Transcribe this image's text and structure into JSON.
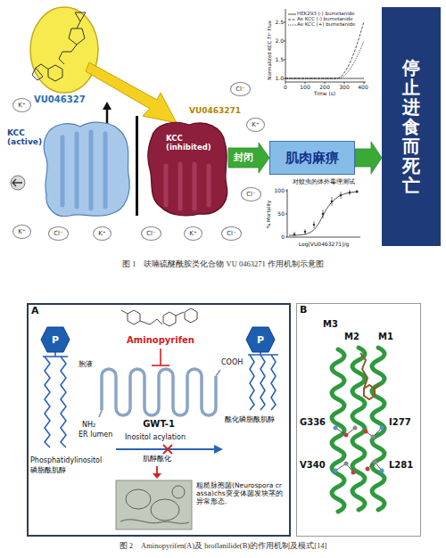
{
  "diagram": {
    "nodes": [
      {
        "text": [
          "KCC (active)"
        ]
      },
      {
        "text": [
          "KCC (inhibited)"
        ]
      },
      {
        "text": [
          "肌肉麻痹"
        ]
      },
      {
        "text": [
          "停止进食而死亡"
        ]
      },
      {
        "text": [
          "K⁺"
        ]
      },
      {
        "text": [
          "Cl⁻"
        ]
      },
      {
        "text": [
          "K⁺"
        ]
      },
      {
        "text": [
          "Cl⁻"
        ]
      },
      {
        "text": [
          "K⁺"
        ]
      },
      {
        "text": [
          "Cl⁻"
        ]
      },
      {
        "text": [
          "K⁺"
        ]
      },
      {
        "text": [
          "Cl⁻"
        ]
      },
      {
        "text": [
          "K⁺"
        ]
      },
      {
        "text": [
          "Cl⁻"
        ]
      },
      {
        "text": [
          "A"
        ]
      },
      {
        "text": [
          "P"
        ],
        "in": 14
      },
      {
        "text": [
          "P"
        ],
        "in": 14
      },
      {
        "text": [
          "B"
        ]
      }
    ],
    "edges": [
      {
        "from": 1,
        "to": 2,
        "arrow": "to",
        "label": "封闭"
      },
      {
        "from": 2,
        "to": 3,
        "arrow": "to"
      }
    ],
    "labels": [
      "VU046327",
      "VU0463271",
      "Normalized KCC Tl⁺ Flux",
      "2.5",
      "2.0",
      "1.5",
      "1.0",
      "0",
      "100",
      "200",
      "300",
      "400",
      "Time (s)",
      "对蚊虫的体外毒理测试",
      "100",
      "50",
      "0",
      "% Mortality",
      "Log[VU0463271]/g",
      "图 1　呋喃硫醚酰胺类化合物 VU 0463271 作用机制示意图",
      "Aminopyrifen",
      "胞液",
      "COOH",
      "GWT-1",
      "NH₂",
      "ER lumen",
      "Inositol acylation",
      "肌醇酰化",
      "Phosphatidylinositol",
      "磷脂酰肌醇",
      "酰化磷脂酰肌醇",
      "粗糙脉孢菌(Neurospora crassa)chs突变体菌发块茎的异常形态.",
      "M3",
      "M2",
      "M1",
      "G336",
      "V340",
      "I277",
      "L281",
      "图 2　Aminopyrifen(A)及 broflanilide(B)的作用机制及模式[14]"
    ],
    "legend": [
      {
        "text": "HEK293 (-) bumetanide"
      },
      {
        "text": "Ae KCC (-) bumetanide"
      },
      {
        "text": "Ae KCC (+) bumetanide"
      }
    ]
  }
}
